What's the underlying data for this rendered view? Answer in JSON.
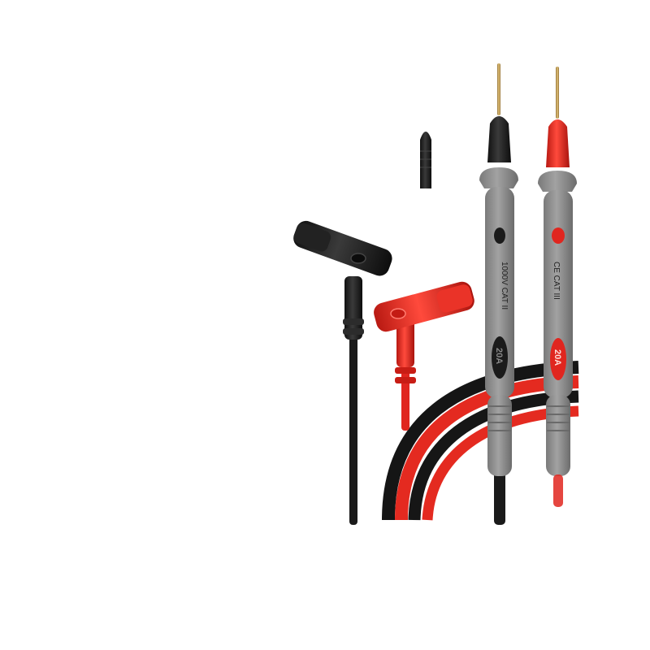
{
  "scene": {
    "description_type": "product-photo",
    "background": "#ffffff"
  },
  "colors": {
    "black_lead": "#1c1c1c",
    "black_highlight": "#3a3a3a",
    "red_lead": "#e0261f",
    "red_highlight": "#ff4a3c",
    "probe_gray": "#8e8e8e",
    "probe_gray_dark": "#6f6f6f",
    "probe_gray_light": "#a9a9a9",
    "tip_gold": "#c9a45a"
  },
  "probes": {
    "black": {
      "print_rating": "1000V CAT II",
      "print_current": "20A"
    },
    "red": {
      "print_marks": "CE CAT III",
      "print_current": "20A"
    }
  },
  "icons": {
    "banana_plug_black": "banana-plug-icon",
    "banana_plug_red": "banana-plug-icon",
    "tip_cap": "probe-cap-icon"
  }
}
